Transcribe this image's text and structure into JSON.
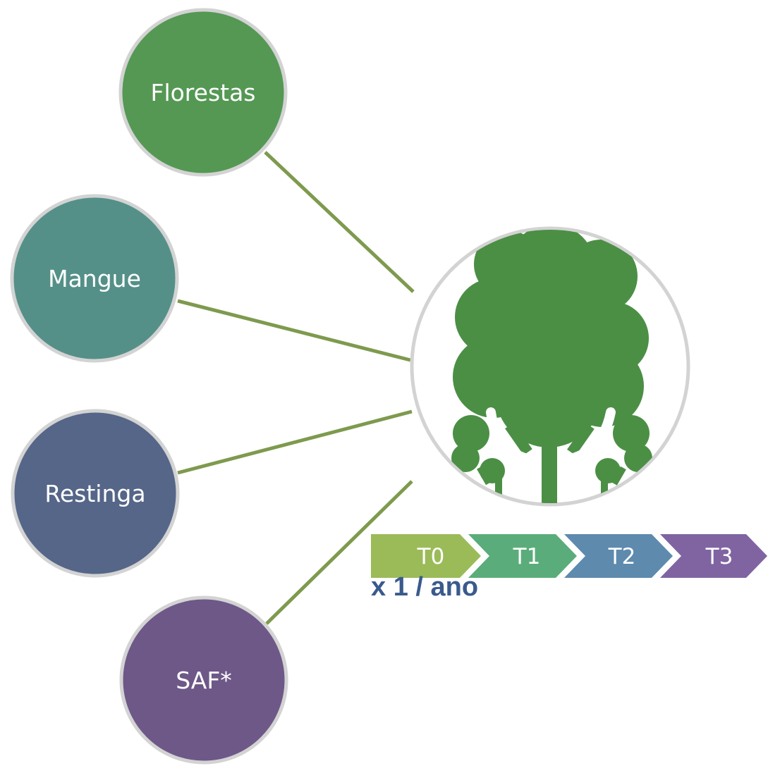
{
  "nodes": [
    {
      "label": "Florestas",
      "color": "#549854"
    },
    {
      "label": "Mangue",
      "color": "#549088"
    },
    {
      "label": "Restinga",
      "color": "#556688"
    },
    {
      "label": "SAF*",
      "color": "#6d5888"
    }
  ],
  "center": {
    "icon": "tree-icon",
    "tree_color": "#4b8f45"
  },
  "connector_color": "#7e9a4e",
  "timeline": {
    "steps": [
      {
        "label": "T0",
        "color": "#9bbb59"
      },
      {
        "label": "T1",
        "color": "#5aad7a"
      },
      {
        "label": "T2",
        "color": "#5e8aae"
      },
      {
        "label": "T3",
        "color": "#8064a2"
      }
    ]
  },
  "frequency": "x 1 / ano"
}
